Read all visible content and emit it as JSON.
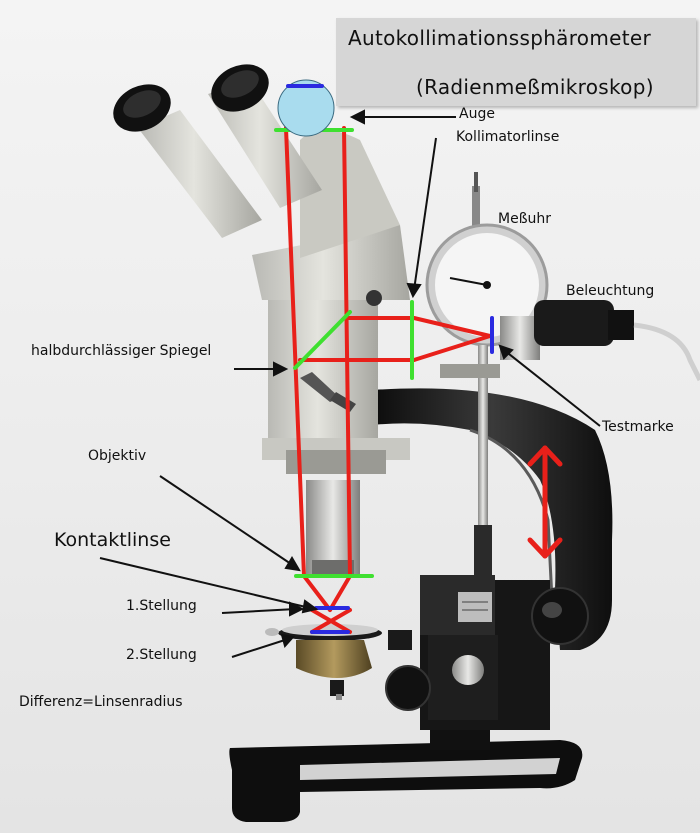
{
  "title": {
    "line1": "Autokollimationssphärometer",
    "line2": "(Radienmeßmikroskop)"
  },
  "labels": {
    "auge": "Auge",
    "kollimatorlinse": "Kollimatorlinse",
    "messuhr": "Meßuhr",
    "beleuchtung": "Beleuchtung",
    "spiegel": "halbdurchlässiger Spiegel",
    "testmarke": "Testmarke",
    "objektiv": "Objektiv",
    "kontaktlinse": "Kontaktlinse",
    "stellung1": "1.Stellung",
    "stellung2": "2.Stellung",
    "differenz": "Differenz=Linsenradius"
  },
  "colors": {
    "ray": "#e8201a",
    "optic_green": "#3fe030",
    "marker_blue": "#2a2ae0",
    "eyepiece_fill": "#a9dcee",
    "annotation": "#111111",
    "title_box": "#d6d6d6"
  },
  "icons": {
    "eye": "eyepiece-circle-icon",
    "arrow": "annotation-arrow-icon",
    "double_arrow": "vertical-double-arrow-icon"
  }
}
